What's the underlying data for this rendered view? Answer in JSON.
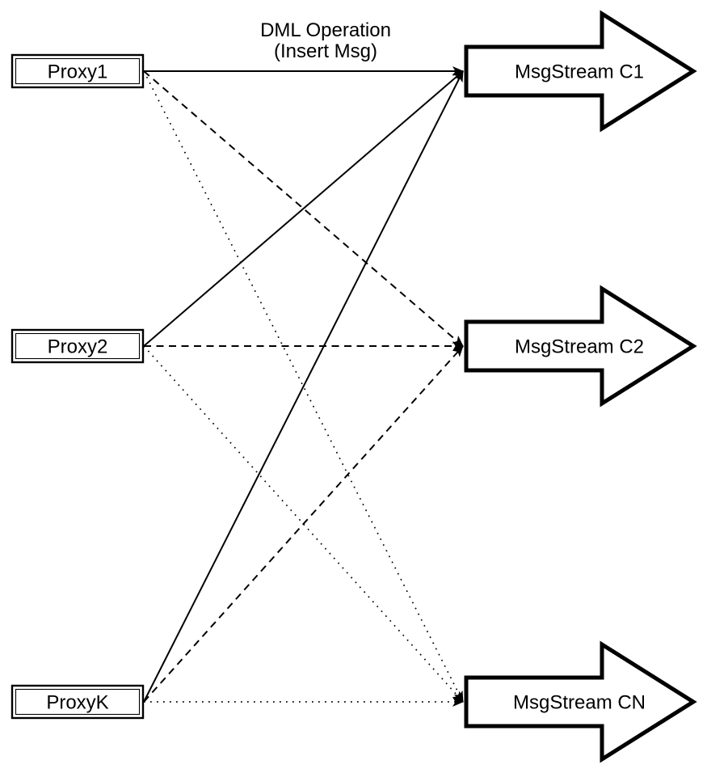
{
  "title": {
    "line1": "DML Operation",
    "line2": "(Insert Msg)"
  },
  "proxies": [
    {
      "label": "Proxy1"
    },
    {
      "label": "Proxy2"
    },
    {
      "label": "ProxyK"
    }
  ],
  "streams": [
    {
      "label": "MsgStream C1"
    },
    {
      "label": "MsgStream C2"
    },
    {
      "label": "MsgStream CN"
    }
  ],
  "edges": [
    {
      "from": "Proxy1",
      "to": "MsgStream C1",
      "style": "solid"
    },
    {
      "from": "Proxy1",
      "to": "MsgStream C2",
      "style": "dashed"
    },
    {
      "from": "Proxy1",
      "to": "MsgStream CN",
      "style": "dotted"
    },
    {
      "from": "Proxy2",
      "to": "MsgStream C1",
      "style": "solid"
    },
    {
      "from": "Proxy2",
      "to": "MsgStream C2",
      "style": "dashed"
    },
    {
      "from": "Proxy2",
      "to": "MsgStream CN",
      "style": "dotted"
    },
    {
      "from": "ProxyK",
      "to": "MsgStream C1",
      "style": "solid"
    },
    {
      "from": "ProxyK",
      "to": "MsgStream C2",
      "style": "dashed"
    },
    {
      "from": "ProxyK",
      "to": "MsgStream CN",
      "style": "dotted"
    }
  ],
  "colors": {
    "line": "#000000",
    "background": "#ffffff"
  }
}
